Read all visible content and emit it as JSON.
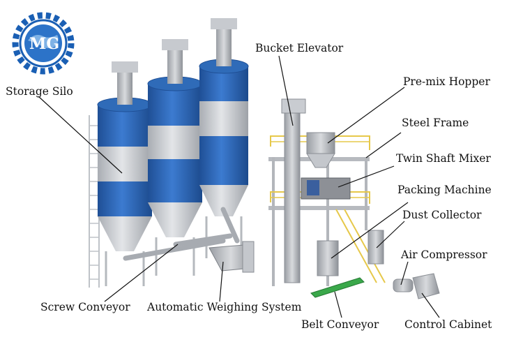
{
  "logo": {
    "text": "MG"
  },
  "labels": {
    "storage_silo": "Storage Silo",
    "bucket_elevator": "Bucket Elevator",
    "premix_hopper": "Pre-mix Hopper",
    "steel_frame": "Steel Frame",
    "twin_shaft_mixer": "Twin Shaft Mixer",
    "packing_machine": "Packing Machine",
    "dust_collector": "Dust Collector",
    "air_compressor": "Air Compressor",
    "screw_conveyor": "Screw Conveyor",
    "automatic_weighing_system": "Automatic Weighing System",
    "belt_conveyor": "Belt Conveyor",
    "control_cabinet": "Control Cabinet"
  },
  "colors": {
    "silo_blue": "#2f6bb8",
    "silo_blue_dark": "#1f4f95",
    "silo_grey": "#d4d6d9",
    "frame_yellow": "#e6c84a",
    "belt_green": "#3aa84a",
    "logo_blue": "#1a5fb4"
  }
}
